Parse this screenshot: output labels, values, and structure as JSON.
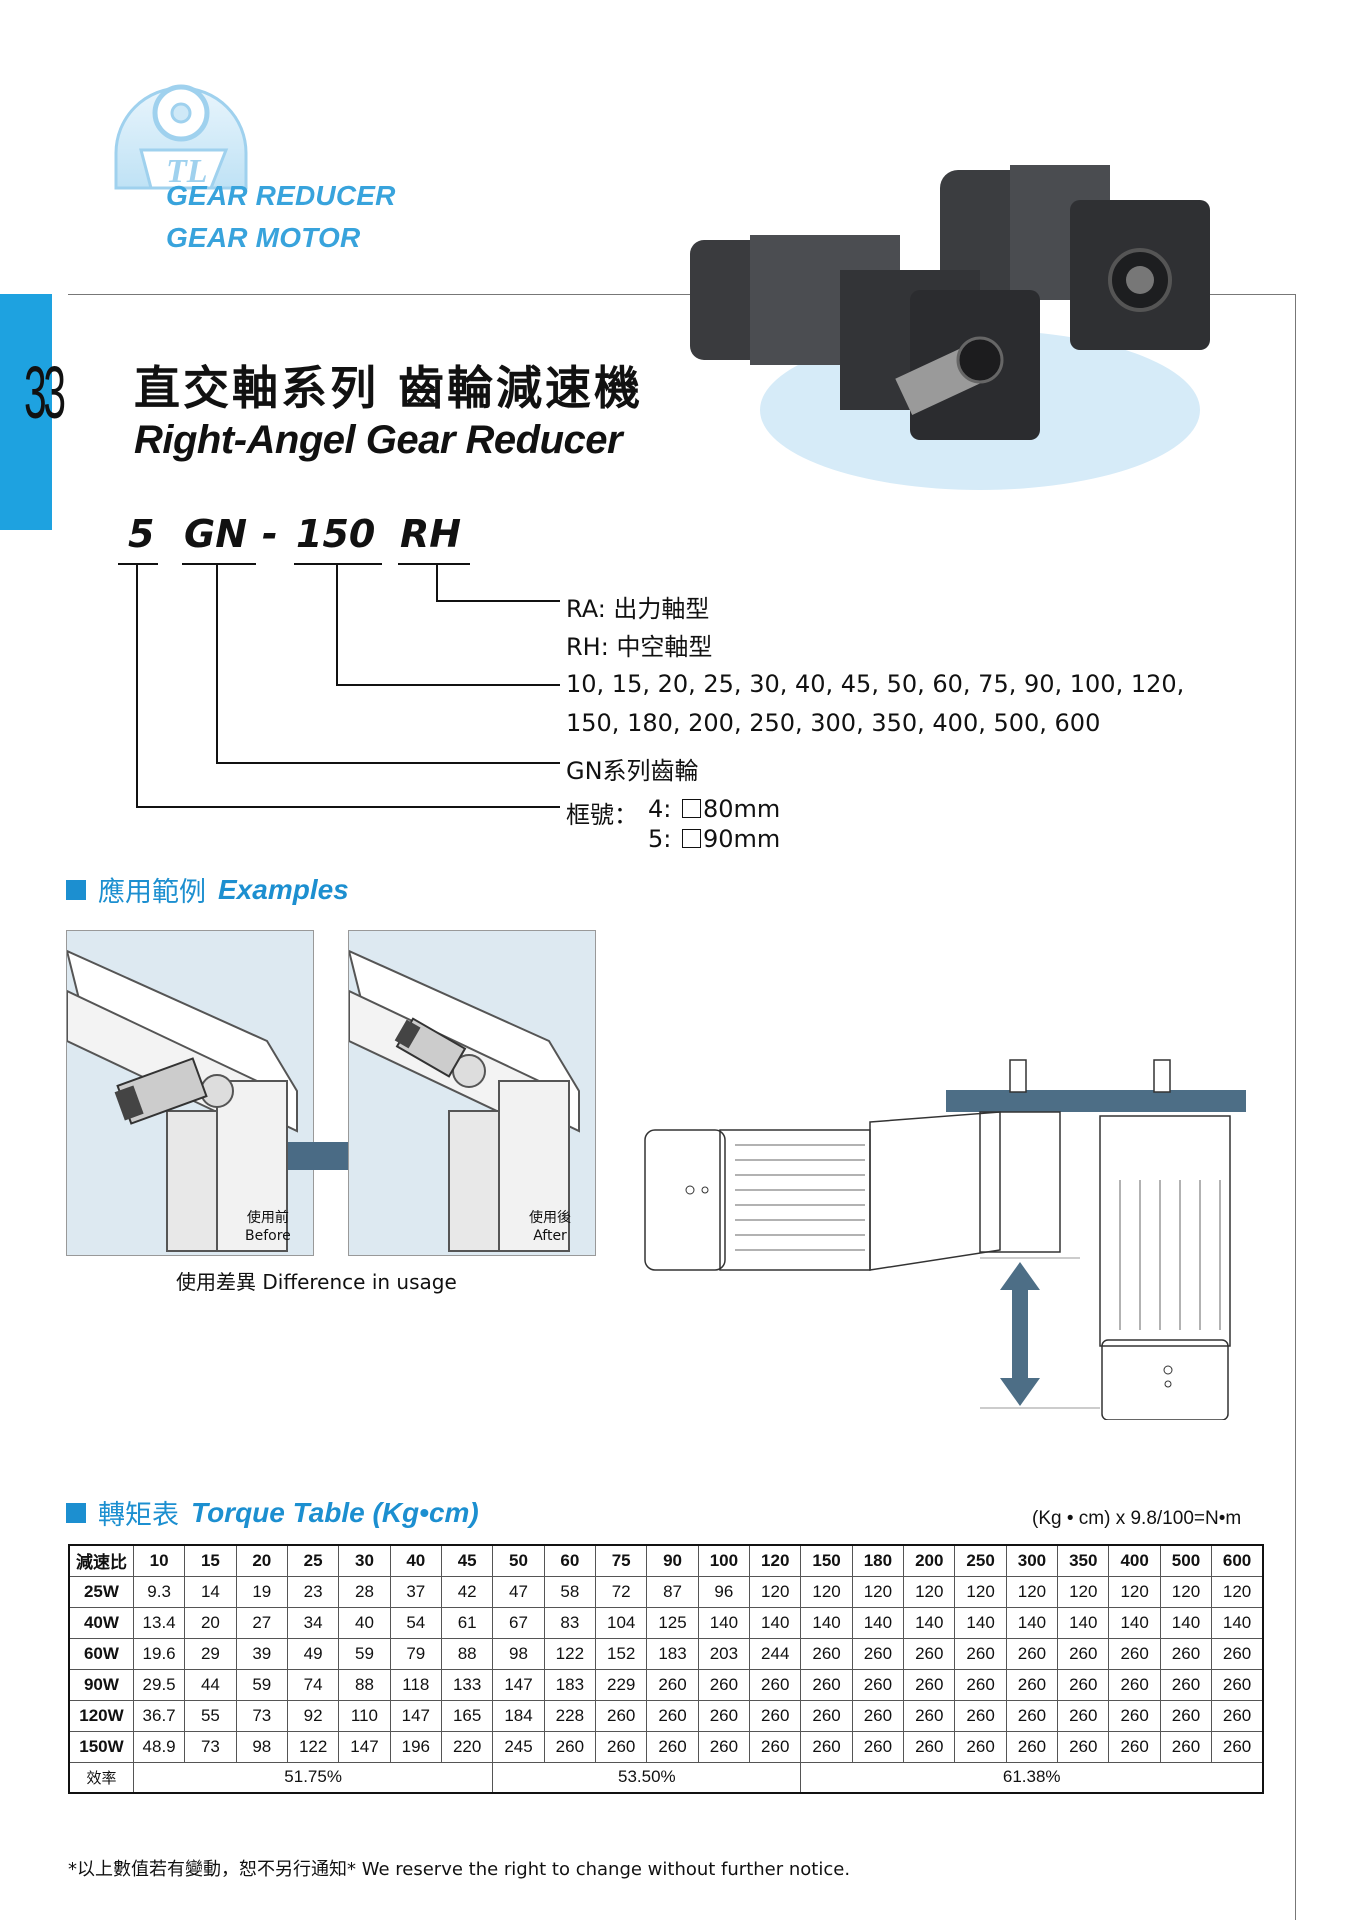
{
  "brand": {
    "line1": "GEAR REDUCER",
    "line2": "GEAR MOTOR",
    "accent": "#38a3dc"
  },
  "page_number": "33",
  "title": {
    "cn": "直交軸系列  齒輪減速機",
    "en": "Right-Angel Gear Reducer"
  },
  "model_code": {
    "part1": "5",
    "part2": "GN",
    "dash": "-",
    "part3": "150",
    "part4": "RH",
    "desc_ra": "RA: 出力軸型",
    "desc_rh": "RH: 中空軸型",
    "ratios_line1": "10, 15, 20, 25, 30, 40, 45, 50, 60, 75, 90, 100, 120,",
    "ratios_line2": "150, 180, 200, 250, 300, 350, 400, 500, 600",
    "gn_desc": "GN系列齒輪",
    "frame_label": "框號：",
    "frame4_key": "4:",
    "frame4_val": "80mm",
    "frame5_key": "5:",
    "frame5_val": "90mm"
  },
  "examples": {
    "heading_cn": "應用範例",
    "heading_en": "Examples",
    "before_cn": "使用前",
    "before_en": "Before",
    "after_cn": "使用後",
    "after_en": "After",
    "caption": "使用差異 Difference in usage"
  },
  "torque": {
    "heading_cn": "轉矩表",
    "heading_en": "Torque Table (Kg•cm)",
    "unit_note": "(Kg • cm) x 9.8/100=N•m",
    "corner": "減速比",
    "ratios": [
      "10",
      "15",
      "20",
      "25",
      "30",
      "40",
      "45",
      "50",
      "60",
      "75",
      "90",
      "100",
      "120",
      "150",
      "180",
      "200",
      "250",
      "300",
      "350",
      "400",
      "500",
      "600"
    ],
    "rows": [
      {
        "label": "25W",
        "values": [
          "9.3",
          "14",
          "19",
          "23",
          "28",
          "37",
          "42",
          "47",
          "58",
          "72",
          "87",
          "96",
          "120",
          "120",
          "120",
          "120",
          "120",
          "120",
          "120",
          "120",
          "120",
          "120"
        ]
      },
      {
        "label": "40W",
        "values": [
          "13.4",
          "20",
          "27",
          "34",
          "40",
          "54",
          "61",
          "67",
          "83",
          "104",
          "125",
          "140",
          "140",
          "140",
          "140",
          "140",
          "140",
          "140",
          "140",
          "140",
          "140",
          "140"
        ]
      },
      {
        "label": "60W",
        "values": [
          "19.6",
          "29",
          "39",
          "49",
          "59",
          "79",
          "88",
          "98",
          "122",
          "152",
          "183",
          "203",
          "244",
          "260",
          "260",
          "260",
          "260",
          "260",
          "260",
          "260",
          "260",
          "260"
        ]
      },
      {
        "label": "90W",
        "values": [
          "29.5",
          "44",
          "59",
          "74",
          "88",
          "118",
          "133",
          "147",
          "183",
          "229",
          "260",
          "260",
          "260",
          "260",
          "260",
          "260",
          "260",
          "260",
          "260",
          "260",
          "260",
          "260"
        ]
      },
      {
        "label": "120W",
        "values": [
          "36.7",
          "55",
          "73",
          "92",
          "110",
          "147",
          "165",
          "184",
          "228",
          "260",
          "260",
          "260",
          "260",
          "260",
          "260",
          "260",
          "260",
          "260",
          "260",
          "260",
          "260",
          "260"
        ]
      },
      {
        "label": "150W",
        "values": [
          "48.9",
          "73",
          "98",
          "122",
          "147",
          "196",
          "220",
          "245",
          "260",
          "260",
          "260",
          "260",
          "260",
          "260",
          "260",
          "260",
          "260",
          "260",
          "260",
          "260",
          "260",
          "260"
        ]
      }
    ],
    "efficiency_label": "效率",
    "efficiency": [
      "51.75%",
      "53.50%",
      "61.38%"
    ]
  },
  "footer": "*以上數值若有變動，恕不另行通知*   We reserve the right to change without further notice."
}
